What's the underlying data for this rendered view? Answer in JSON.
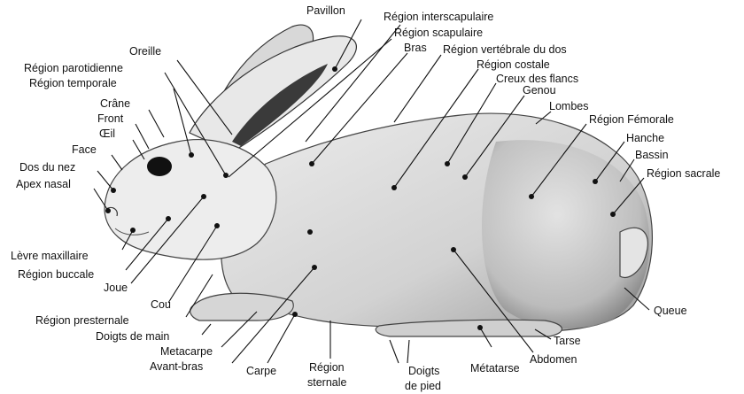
{
  "diagram": {
    "labels": {
      "pavillon": "Pavillon",
      "region_interscapulaire": "Région interscapulaire",
      "region_scapulaire": "Région scapulaire",
      "oreille": "Oreille",
      "bras": "Bras",
      "region_vertebrale": "Région vertébrale du dos",
      "region_parotidienne": "Région parotidienne",
      "region_temporale": "Région temporale",
      "region_costale": "Région costale",
      "creux_des_flancs": "Creux des flancs",
      "genou": "Genou",
      "crane": "Crâne",
      "lombes": "Lombes",
      "front": "Front",
      "oeil": "Œil",
      "region_femorale": "Région Fémorale",
      "face": "Face",
      "hanche": "Hanche",
      "dos_du_nez": "Dos du nez",
      "bassin": "Bassin",
      "apex_nasal": "Apex nasal",
      "region_sacrale": "Région sacrale",
      "levre_maxillaire": "Lèvre maxillaire",
      "region_buccale": "Région buccale",
      "joue": "Joue",
      "cou": "Cou",
      "queue": "Queue",
      "region_presternale": "Région presternale",
      "doigts_de_main": "Doigts de main",
      "tarse": "Tarse",
      "metacarpe": "Metacarpe",
      "abdomen": "Abdomen",
      "avant_bras": "Avant-bras",
      "carpe": "Carpe",
      "region_sternale_1": "Région",
      "region_sternale_2": "sternale",
      "doigts_de_pied_1": "Doigts",
      "doigts_de_pied_2": "de pied",
      "metatarse": "Métatarse"
    }
  }
}
